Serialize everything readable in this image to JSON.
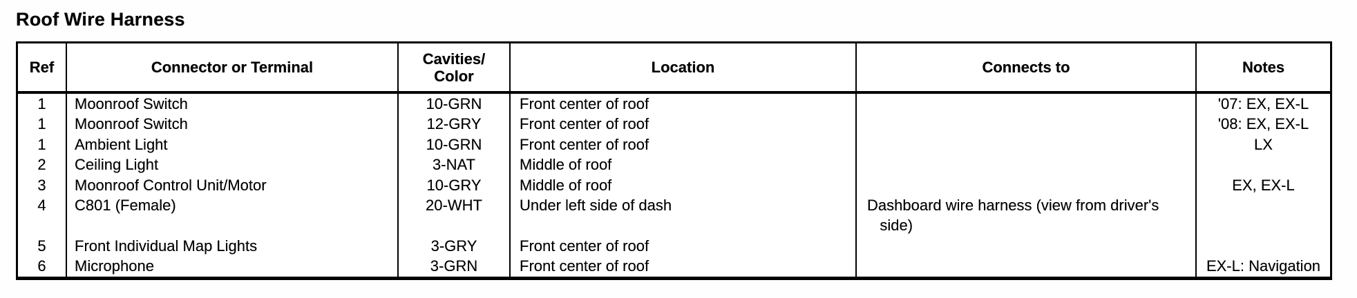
{
  "title": "Roof Wire Harness",
  "table": {
    "columns": [
      "Ref",
      "Connector or Terminal",
      "Cavities/\nColor",
      "Location",
      "Connects to",
      "Notes"
    ],
    "rows": [
      {
        "ref": "1",
        "connector": "Moonroof Switch",
        "cavities": "10-GRN",
        "location": "Front center of roof",
        "connects": "",
        "notes": "'07: EX, EX-L"
      },
      {
        "ref": "1",
        "connector": "Moonroof Switch",
        "cavities": "12-GRY",
        "location": "Front center of roof",
        "connects": "",
        "notes": "'08: EX, EX-L"
      },
      {
        "ref": "1",
        "connector": "Ambient Light",
        "cavities": "10-GRN",
        "location": "Front center of roof",
        "connects": "",
        "notes": "LX"
      },
      {
        "ref": "2",
        "connector": "Ceiling Light",
        "cavities": "3-NAT",
        "location": "Middle of roof",
        "connects": "",
        "notes": ""
      },
      {
        "ref": "3",
        "connector": "Moonroof Control Unit/Motor",
        "cavities": "10-GRY",
        "location": "Middle of roof",
        "connects": "",
        "notes": "EX, EX-L"
      },
      {
        "ref": "4",
        "connector": "C801 (Female)",
        "cavities": "20-WHT",
        "location": "Under left side of dash",
        "connects": "Dashboard wire harness (view from driver's\n   side)",
        "notes": ""
      },
      {
        "ref": "",
        "connector": "",
        "cavities": "",
        "location": "",
        "connects": "",
        "notes": ""
      },
      {
        "ref": "5",
        "connector": "Front Individual Map Lights",
        "cavities": "3-GRY",
        "location": "Front center of roof",
        "connects": "",
        "notes": ""
      },
      {
        "ref": "6",
        "connector": "Microphone",
        "cavities": "3-GRN",
        "location": "Front center of roof",
        "connects": "",
        "notes": "EX-L: Navigation"
      }
    ]
  }
}
